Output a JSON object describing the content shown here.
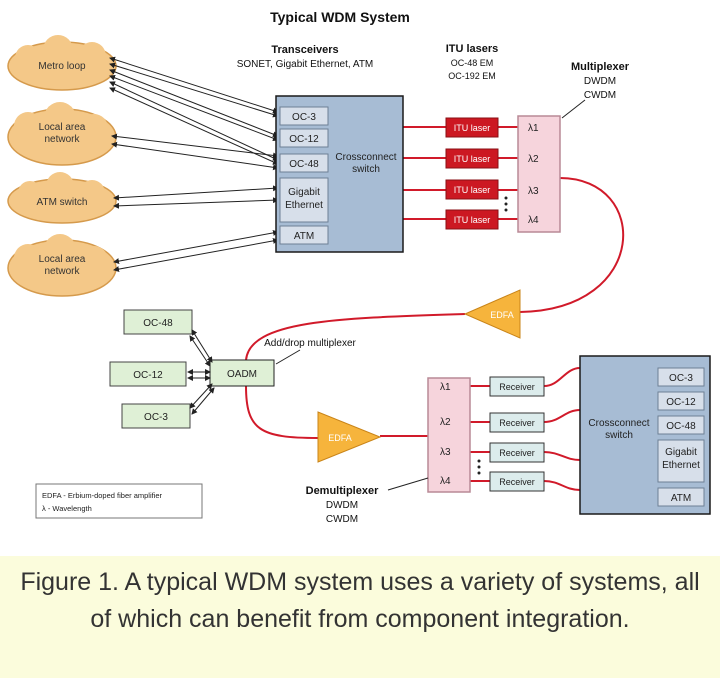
{
  "title": "Typical WDM System",
  "colors": {
    "cloud": "#f4c888",
    "cloud_border": "#d59a4c",
    "switch": "#a7bcd4",
    "port": "#d7dfea",
    "laser": "#cc1822",
    "laser_border": "#8a0f14",
    "mux": "#f6d4dc",
    "mux_border": "#b88a96",
    "receiver": "#dcecec",
    "oc_box": "#dff0d6",
    "amp": "#f6b43c",
    "fiber": "#d11a2a",
    "caption_bg": "#fbfcdc"
  },
  "clouds": [
    "Metro loop",
    "Local area network",
    "ATM switch",
    "Local area network"
  ],
  "transceivers": {
    "title": "Transceivers",
    "subtitle": "SONET, Gigabit Ethernet, ATM"
  },
  "top_switch": {
    "label": "Crossconnect switch",
    "ports": [
      "OC-3",
      "OC-12",
      "OC-48",
      "Gigabit Ethernet",
      "ATM"
    ]
  },
  "itu": {
    "title": "ITU lasers",
    "subtitle_1": "OC-48 EM",
    "subtitle_2": "OC-192 EM",
    "lasers": [
      "ITU laser",
      "ITU laser",
      "ITU laser",
      "ITU laser"
    ]
  },
  "mux": {
    "title": "Multiplexer",
    "subtitle_1": "DWDM",
    "subtitle_2": "CWDM",
    "lambdas": [
      "λ1",
      "λ2",
      "λ3",
      "λ4"
    ]
  },
  "amp_label": "EDFA",
  "oadm": {
    "label": "OADM",
    "note": "Add/drop multiplexer",
    "oc_boxes": [
      "OC-48",
      "OC-12",
      "OC-3"
    ]
  },
  "demux": {
    "title": "Demultiplexer",
    "subtitle_1": "DWDM",
    "subtitle_2": "CWDM",
    "lambdas": [
      "λ1",
      "λ2",
      "λ3",
      "λ4"
    ]
  },
  "receivers": [
    "Receiver",
    "Receiver",
    "Receiver",
    "Receiver"
  ],
  "bottom_switch": {
    "label": "Crossconnect switch",
    "ports": [
      "OC-3",
      "OC-12",
      "OC-48",
      "Gigabit Ethernet",
      "ATM"
    ]
  },
  "legend": {
    "line_1": "EDFA - Erbium-doped fiber amplifier",
    "line_2": "λ - Wavelength"
  },
  "caption": "Figure 1. A typical WDM system uses a variety of systems, all of which can benefit from component integration."
}
